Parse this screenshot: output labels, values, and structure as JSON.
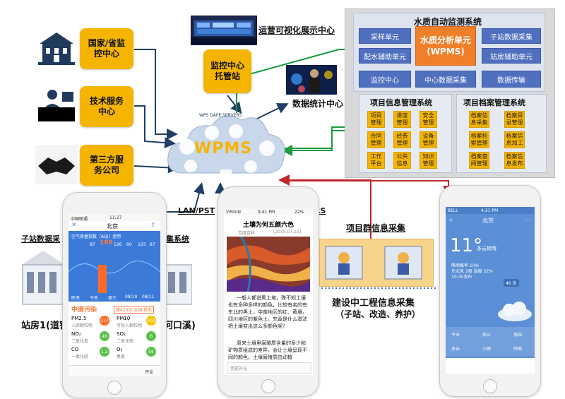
{
  "left_sources": [
    {
      "label": "国家/省监控中心",
      "icon": "building-icon"
    },
    {
      "label": "技术服务中心",
      "icon": "service-desk-icon"
    },
    {
      "label": "第三方服务公司",
      "icon": "handshake-icon"
    }
  ],
  "ops_center": {
    "label": "运营可视化展示中心"
  },
  "monitor_host": {
    "label": "监控中心托管站"
  },
  "stats_center": {
    "label": "数据统计中心"
  },
  "cloud": {
    "title": "WPMS",
    "arc": "WPS DAFE SERVERS"
  },
  "network_label": "LAN/PSTN/GPRS",
  "water_system": {
    "title": "水质自动监测系统",
    "analysis": "水质分析单元(WPMS)",
    "units": [
      "采样单元",
      "子站数据采集",
      "配水辅助单元",
      "站房辅助单元",
      "监控中心",
      "中心数据采集",
      "数据传输"
    ]
  },
  "project_info": {
    "title": "项目信息管理系统",
    "items": [
      "项目管理",
      "进度管理",
      "安全管理",
      "合同管理",
      "经费管理",
      "设备管理",
      "工作平台",
      "公共信息",
      "知识管理"
    ]
  },
  "archive": {
    "title": "项目档案管理系统",
    "items": [
      "档案信息采集",
      "档案目录管理",
      "档案检索管理",
      "档案信息加工",
      "档案查阅管理",
      "档案信息发布"
    ]
  },
  "substation": {
    "title": "子站数据采集系统",
    "left_label": "站房1(道窖",
    "right_label": "河口溪)"
  },
  "project_group": {
    "label": "项目群信息采集"
  },
  "construction": {
    "line1": "建设中工程信息采集",
    "line2": "（子站、改造、养护）"
  },
  "phone_left": {
    "carrier": "中国联通",
    "time": "11:27",
    "city": "北京",
    "aqi_label": "空气质量指数（AQI）趋势",
    "aqi": "168",
    "aqi_values": [
      "87",
      "126",
      "60",
      "103",
      "87"
    ],
    "day_labels": [
      "昨天",
      "今天",
      "周三",
      "08/10",
      "08/11"
    ],
    "pollution": "中度污染",
    "ranking": "第420位 全国 排名",
    "pm25": "PM2.5",
    "pm25_sub": "入肺颗粒物",
    "pm25_v": "137",
    "pm10": "PM10",
    "pm10_sub": "可吸入颗粒物",
    "pm10_v": "103",
    "no2": "NO₂",
    "no2_sub": "二氧化氮",
    "no2_v": "46",
    "so2": "SO₂",
    "so2_sub": "二氧化硫",
    "so2_v": "6",
    "co": "CO",
    "co_sub": "一氧化碳",
    "co_v": "1.2",
    "o3": "O₃",
    "o3_sub": "臭氧",
    "o3_v": "56",
    "comment": "评论"
  },
  "phone_mid": {
    "carrier": "VIRGIN",
    "time": "9:41 PM",
    "battery": "22%",
    "title": "土壤为何五颜六色",
    "author": "百度百科",
    "date": "[2015.07.15]",
    "para1": "一般人都说黑土地，殊不知土壤也有多种多样的颜色，比较有名的有东北的黑土，中南地区的红、黄壤，四川地区的紫色土。究竟是什么滋法把土壤变出这么多颜色呢？",
    "para2": "原来土壤里腐殖质含量的多少和矿物质组成的差异，会让土壤呈现不同的颜色。土壤腐殖质由动植",
    "input_hint": "我要补充"
  },
  "phone_right": {
    "carrier": "BELL",
    "time": "4:21 PM",
    "city": "北京",
    "temp": "11°",
    "desc": "多云转晴",
    "detail1": "降雨概率 10%",
    "detail2": "东北风 2级 湿度 32%",
    "detail3": "10:30发布",
    "aqi_badge": "46 优",
    "days": [
      {
        "name": "今天",
        "desc": "多云"
      },
      {
        "name": "周三",
        "desc": "小雨"
      },
      {
        "name": "周四",
        "desc": "阵雨"
      }
    ]
  },
  "colors": {
    "yellow": "#f4b400",
    "blue": "#4f6fbf",
    "orange": "#f07f2a",
    "arrow_blue": "#1f3f66",
    "arrow_green": "#1a9b3e",
    "arrow_red": "#c0262d"
  }
}
